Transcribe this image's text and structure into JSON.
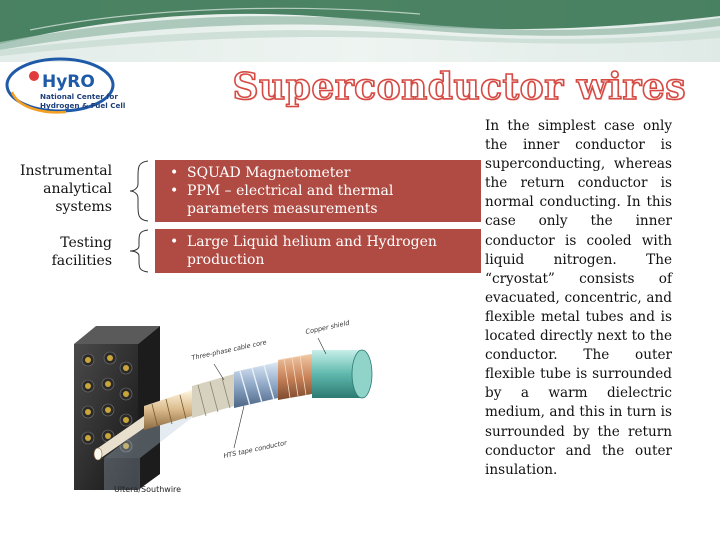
{
  "logo": {
    "name": "HyRO",
    "subtitle_line1": "National Center for",
    "subtitle_line2": "Hydrogen & Fuel Cell"
  },
  "title": "Superconductor wires",
  "rows": [
    {
      "label": "Instrumental analytical systems",
      "items": [
        "SQUAD Magnetometer",
        "PPM – electrical and thermal parameters measurements"
      ]
    },
    {
      "label": "Testing facilities",
      "items": [
        "Large Liquid  helium and Hydrogen production"
      ]
    }
  ],
  "side_text": "In the simplest case only the inner conductor is superconducting, whereas the return conductor is normal conducting. In this case only the inner conductor is cooled with liquid nitrogen. The “cryostat” consists of evacuated, concentric, and flexible metal tubes and is located directly next to the conductor. The outer flexible tube is surrounded by a warm dielectric medium, and this in turn is surrounded by the return conductor and the outer insulation.",
  "figure": {
    "label_copper": "Copper shield",
    "label_tape": "Three-phase cable core",
    "label_hts": "HTS tape conductor",
    "credit": "Ultera/Southwire"
  },
  "colors": {
    "title_outline": "#d64a44",
    "box_fill": "#b04b43",
    "banner": "#2e6e4a"
  }
}
